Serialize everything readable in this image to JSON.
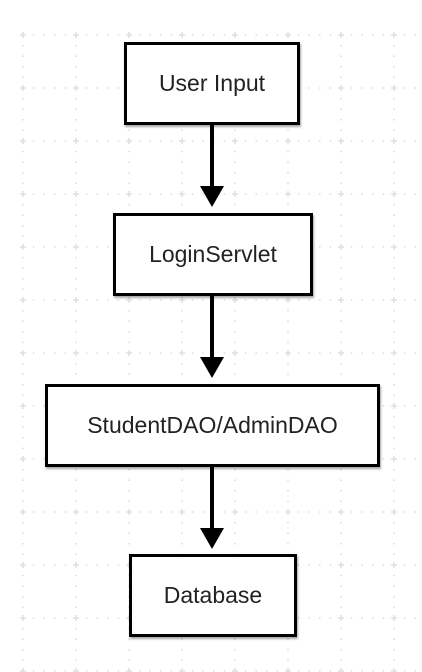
{
  "diagram": {
    "nodes": [
      {
        "id": "user-input",
        "label": "User Input"
      },
      {
        "id": "login-servlet",
        "label": "LoginServlet"
      },
      {
        "id": "dao",
        "label": "StudentDAO/AdminDAO"
      },
      {
        "id": "database",
        "label": "Database"
      }
    ],
    "edges": [
      {
        "from": "user-input",
        "to": "login-servlet"
      },
      {
        "from": "login-servlet",
        "to": "dao"
      },
      {
        "from": "dao",
        "to": "database"
      }
    ]
  },
  "colors": {
    "background": "#ffffff",
    "grid_marks": "#cfe3df",
    "node_border": "#000000",
    "text": "#222222",
    "arrow": "#000000"
  }
}
